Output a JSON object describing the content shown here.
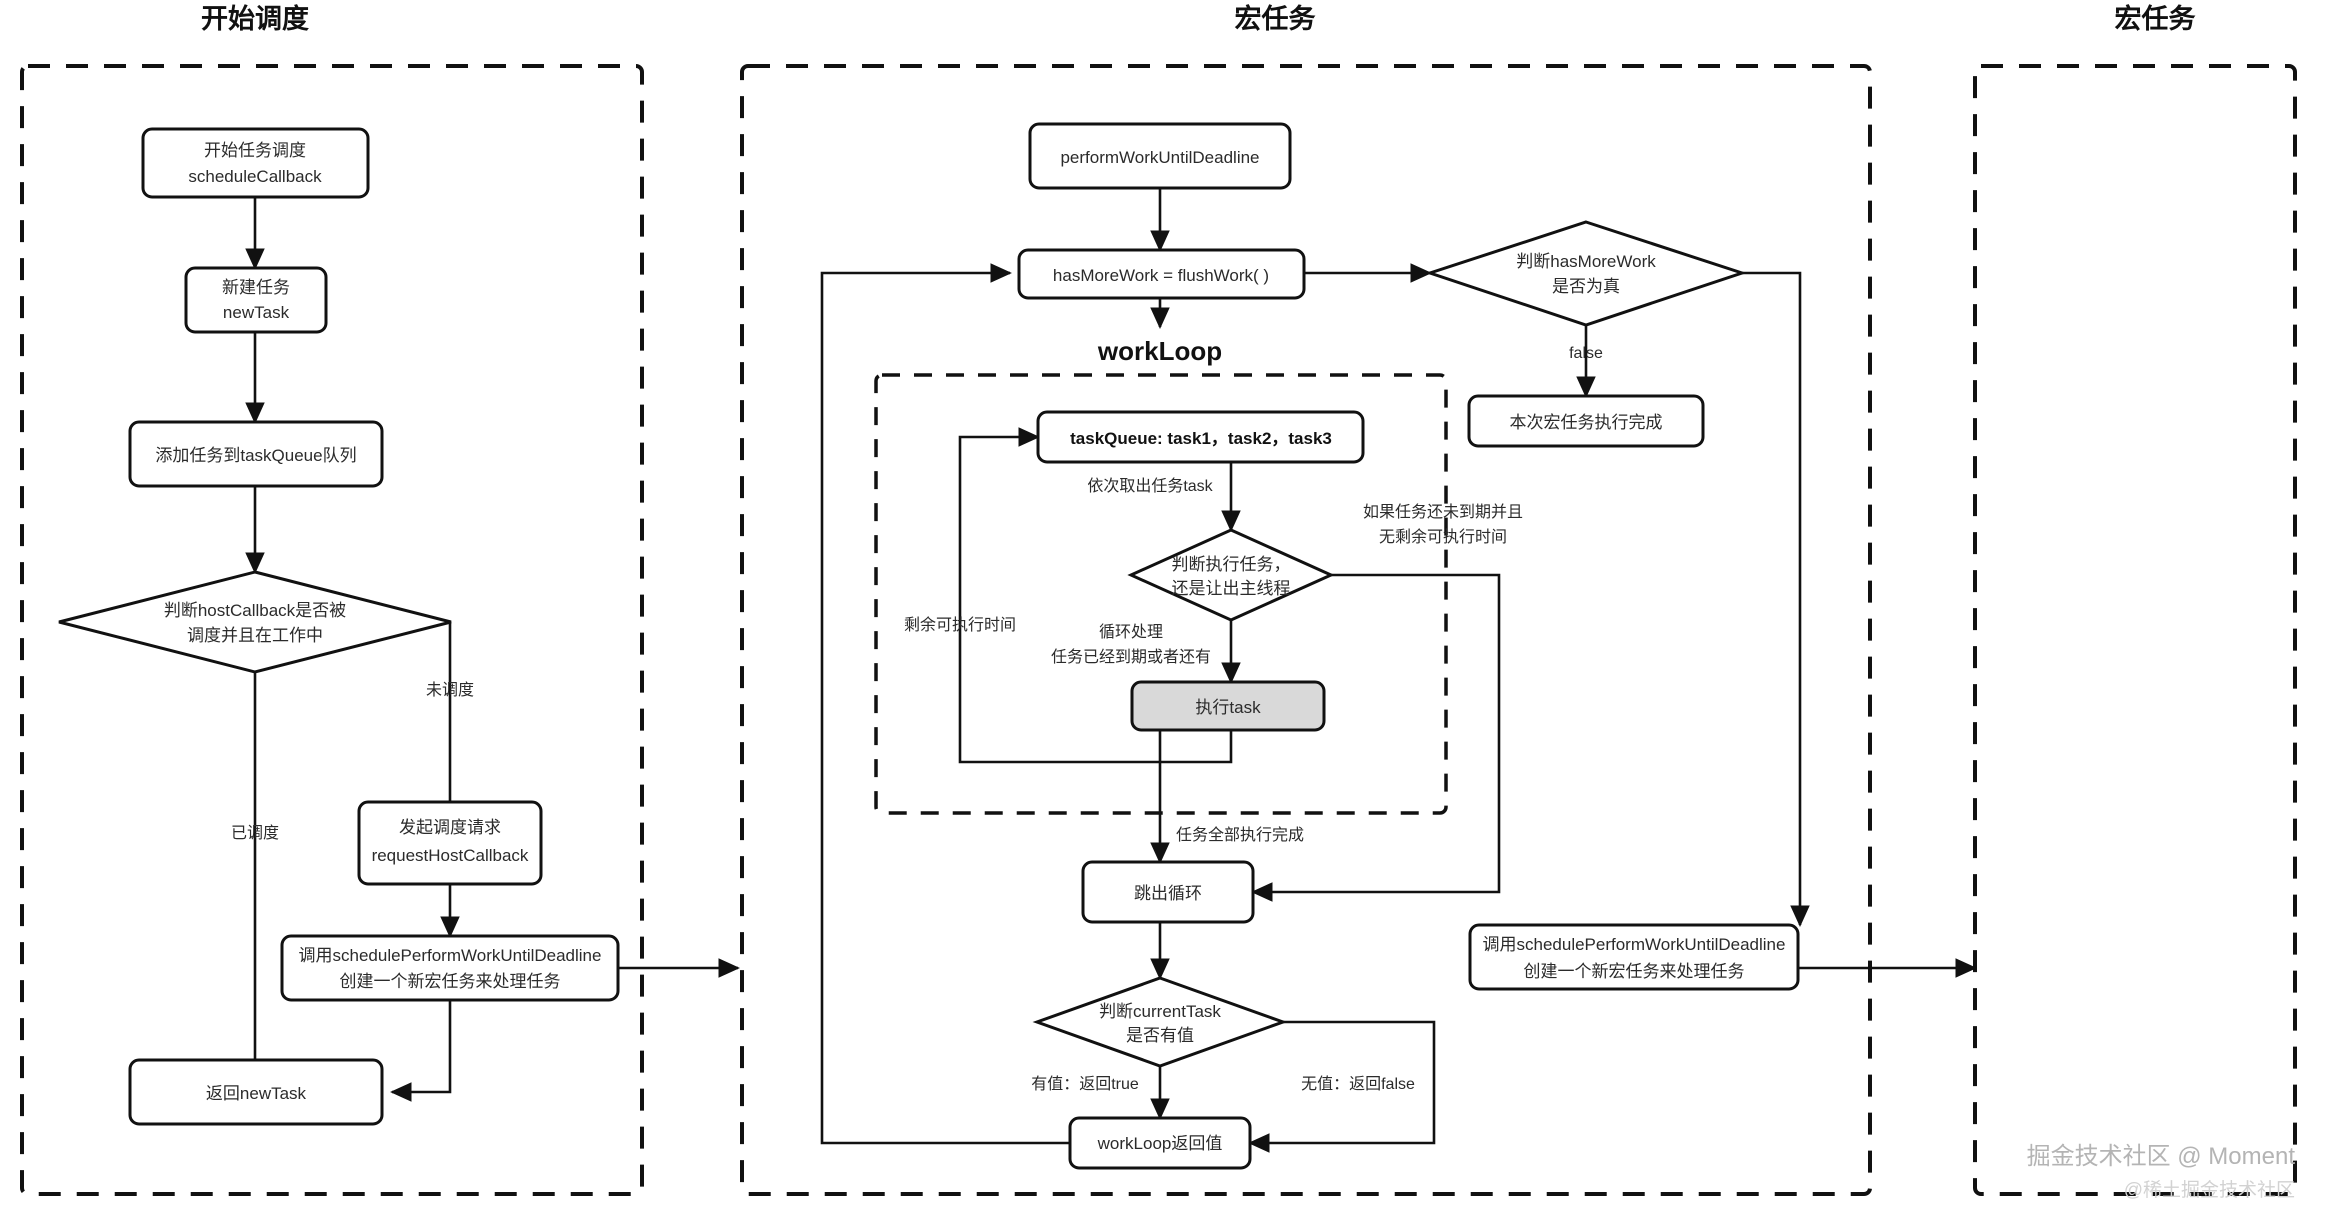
{
  "diagram": {
    "title_hidden": "React Scheduler workLoop flow",
    "lanes": [
      {
        "id": "lane-start",
        "title": "开始调度"
      },
      {
        "id": "lane-macro1",
        "title": "宏任务"
      },
      {
        "id": "lane-macro2",
        "title": "宏任务"
      }
    ],
    "groups": [
      {
        "id": "group-workloop",
        "title": "workLoop"
      }
    ],
    "nodes": [
      {
        "id": "n-schedule-callback",
        "shape": "rect",
        "lines": [
          "开始任务调度",
          "scheduleCallback"
        ]
      },
      {
        "id": "n-new-task",
        "shape": "rect",
        "lines": [
          "新建任务",
          "newTask"
        ]
      },
      {
        "id": "n-add-to-queue",
        "shape": "rect",
        "lines": [
          "添加任务到taskQueue队列"
        ]
      },
      {
        "id": "n-host-callback-if",
        "shape": "diamond",
        "lines": [
          "判断hostCallback是否被",
          "调度并且在工作中"
        ]
      },
      {
        "id": "n-request-host",
        "shape": "rect",
        "lines": [
          "发起调度请求",
          "requestHostCallback"
        ]
      },
      {
        "id": "n-schedule-perform-left",
        "shape": "rect",
        "lines": [
          "调用schedulePerformWorkUntilDeadline",
          "创建一个新宏任务来处理任务"
        ]
      },
      {
        "id": "n-return-newtask",
        "shape": "rect",
        "lines": [
          "返回newTask"
        ]
      },
      {
        "id": "n-perform-work",
        "shape": "rect",
        "lines": [
          "performWorkUntilDeadline"
        ]
      },
      {
        "id": "n-flush-work",
        "shape": "rect",
        "lines": [
          "hasMoreWork = flushWork( )"
        ]
      },
      {
        "id": "n-hasmorework-if",
        "shape": "diamond",
        "lines": [
          "判断hasMoreWork",
          "是否为真"
        ]
      },
      {
        "id": "n-macro-done",
        "shape": "rect",
        "lines": [
          "本次宏任务执行完成"
        ]
      },
      {
        "id": "n-task-queue",
        "shape": "rect",
        "lines": [
          "taskQueue: task1，task2，task3"
        ],
        "bold_prefix": "taskQueue"
      },
      {
        "id": "n-exec-or-yield-if",
        "shape": "diamond",
        "lines": [
          "判断执行任务，",
          "还是让出主线程"
        ]
      },
      {
        "id": "n-exec-task",
        "shape": "rect",
        "lines": [
          "执行task"
        ],
        "shaded": true
      },
      {
        "id": "n-break-loop",
        "shape": "rect",
        "lines": [
          "跳出循环"
        ]
      },
      {
        "id": "n-currenttask-if",
        "shape": "diamond",
        "lines": [
          "判断currentTask",
          "是否有值"
        ]
      },
      {
        "id": "n-workloop-return",
        "shape": "rect",
        "lines": [
          "workLoop返回值"
        ]
      },
      {
        "id": "n-schedule-perform-mid",
        "shape": "rect",
        "lines": [
          "调用schedulePerformWorkUntilDeadline",
          "创建一个新宏任务来处理任务"
        ]
      }
    ],
    "edge_labels": [
      {
        "id": "el-not-scheduled",
        "text": "未调度"
      },
      {
        "id": "el-scheduled",
        "text": "已调度"
      },
      {
        "id": "el-false",
        "text": "false"
      },
      {
        "id": "el-take-task",
        "text": "依次取出任务task"
      },
      {
        "id": "el-loop-process",
        "text": "循环处理"
      },
      {
        "id": "el-expired-line1",
        "text": "任务已经到期或者还有"
      },
      {
        "id": "el-expired-line2",
        "text": "剩余可执行时间"
      },
      {
        "id": "el-notexpired-line1",
        "text": "如果任务还未到期并且"
      },
      {
        "id": "el-notexpired-line2",
        "text": "无剩余可执行时间"
      },
      {
        "id": "el-all-done",
        "text": "任务全部执行完成"
      },
      {
        "id": "el-has-value",
        "text": "有值：返回true"
      },
      {
        "id": "el-no-value",
        "text": "无值：返回false"
      }
    ],
    "watermark": {
      "primary": "掘金技术社区 @ Moment",
      "secondary": "@稀土掘金技术社区"
    },
    "colors": {
      "stroke": "#111111",
      "text": "#2b2b2b",
      "shaded_fill": "#d9d9d9",
      "background": "#ffffff",
      "watermark": "#b4b4b4"
    }
  }
}
